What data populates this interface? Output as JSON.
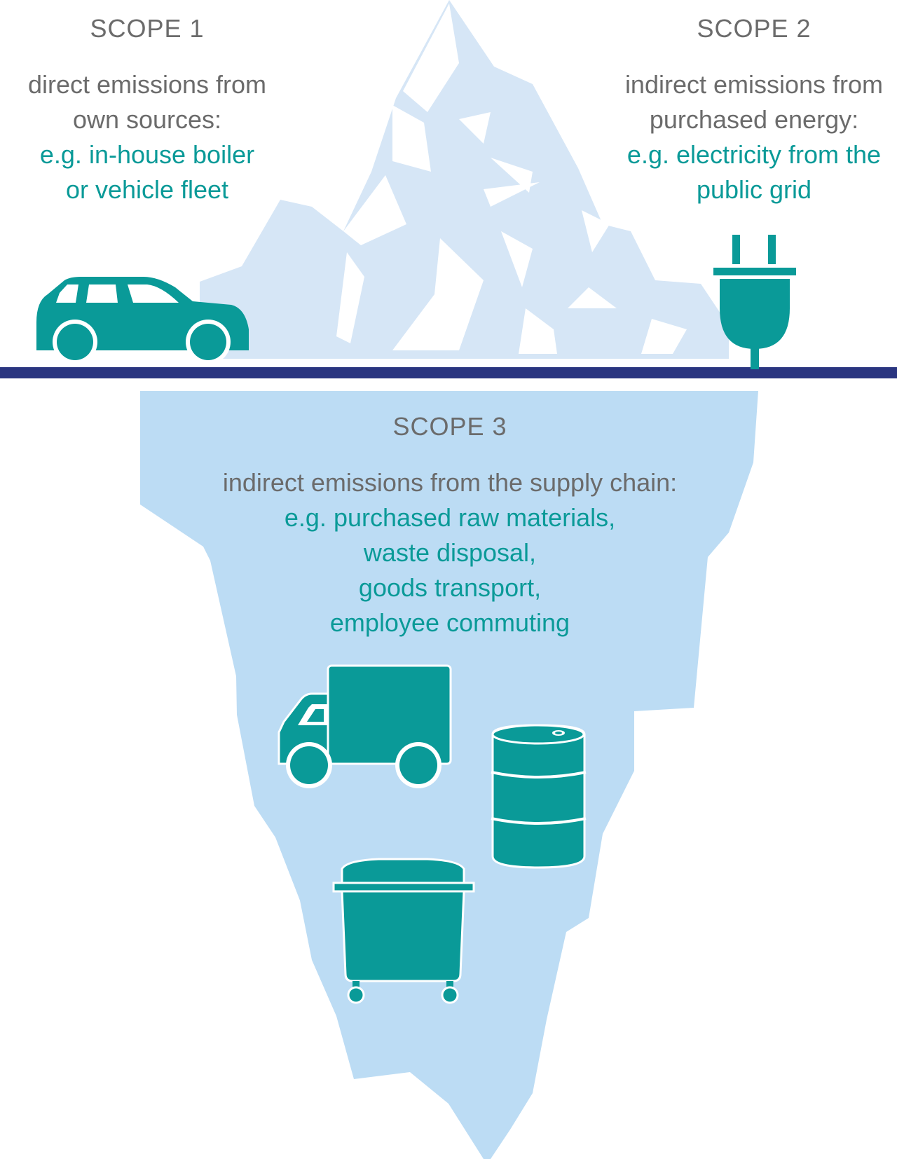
{
  "colors": {
    "accent": "#0a9a98",
    "text_gray": "#6b6b6b",
    "ice_above": "#d6e6f6",
    "ice_below": "#bcdcf4",
    "waterline": "#2a3580"
  },
  "scope1": {
    "heading": "SCOPE 1",
    "desc_lines": [
      "direct emissions from",
      "own sources:"
    ],
    "example_lines": [
      "e.g. in-house boiler",
      "or vehicle fleet"
    ],
    "icon": "car-icon"
  },
  "scope2": {
    "heading": "SCOPE 2",
    "desc_lines": [
      "indirect emissions from",
      "purchased energy:"
    ],
    "example_lines": [
      "e.g. electricity from the",
      "public grid"
    ],
    "icon": "plug-icon"
  },
  "scope3": {
    "heading": "SCOPE 3",
    "desc_lines": [
      "indirect emissions from the supply chain:"
    ],
    "example_lines": [
      "e.g. purchased raw materials,",
      "waste disposal,",
      "goods transport,",
      "employee commuting"
    ],
    "icons": [
      "truck-icon",
      "barrel-icon",
      "waste-container-icon"
    ]
  }
}
